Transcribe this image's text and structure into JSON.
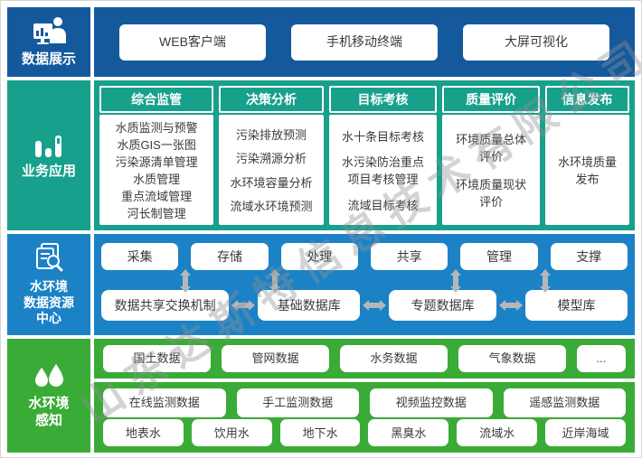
{
  "watermark": "山东达斯特信息技术有限公司",
  "display": {
    "label": "数据展示",
    "items": [
      "WEB客户端",
      "手机移动终端",
      "大屏可视化"
    ]
  },
  "business": {
    "label": "业务应用",
    "columns": [
      {
        "header": "综合监管",
        "items": [
          "水质监测与预警",
          "水质GIS一张图",
          "污染源清单管理",
          "水质管理",
          "重点流域管理",
          "河长制管理"
        ]
      },
      {
        "header": "决策分析",
        "items": [
          "污染排放预测",
          "污染溯源分析",
          "水环境容量分析",
          "流域水环境预测"
        ]
      },
      {
        "header": "目标考核",
        "items": [
          "水十条目标考核",
          "水污染防治重点项目考核管理",
          "流域目标考核"
        ]
      },
      {
        "header": "质量评价",
        "items": [
          "环境质量总体评价",
          "环境质量现状评价"
        ]
      },
      {
        "header": "信息发布",
        "items": [
          "水环境质量发布"
        ]
      }
    ]
  },
  "data_center": {
    "label_lines": [
      "水环境",
      "数据资源",
      "中心"
    ],
    "process_row": [
      "采集",
      "存储",
      "处理",
      "共享",
      "管理",
      "支撑"
    ],
    "db_row": [
      "数据共享交换机制",
      "基础数据库",
      "专题数据库",
      "模型库"
    ]
  },
  "perception": {
    "label_lines": [
      "水环境",
      "感知"
    ],
    "base_row": [
      "国土数据",
      "管网数据",
      "水务数据",
      "气象数据",
      "..."
    ],
    "monitor_row": [
      "在线监测数据",
      "手工监测数据",
      "视频监控数据",
      "遥感监测数据"
    ],
    "water_row": [
      "地表水",
      "饮用水",
      "地下水",
      "黑臭水",
      "流域水",
      "近岸海域"
    ]
  },
  "colors": {
    "display_band": "#15599D",
    "business_band": "#17A08C",
    "data_center_band": "#1B82C6",
    "perception_band": "#3BAB37",
    "arrow": "#B5B8BA"
  }
}
